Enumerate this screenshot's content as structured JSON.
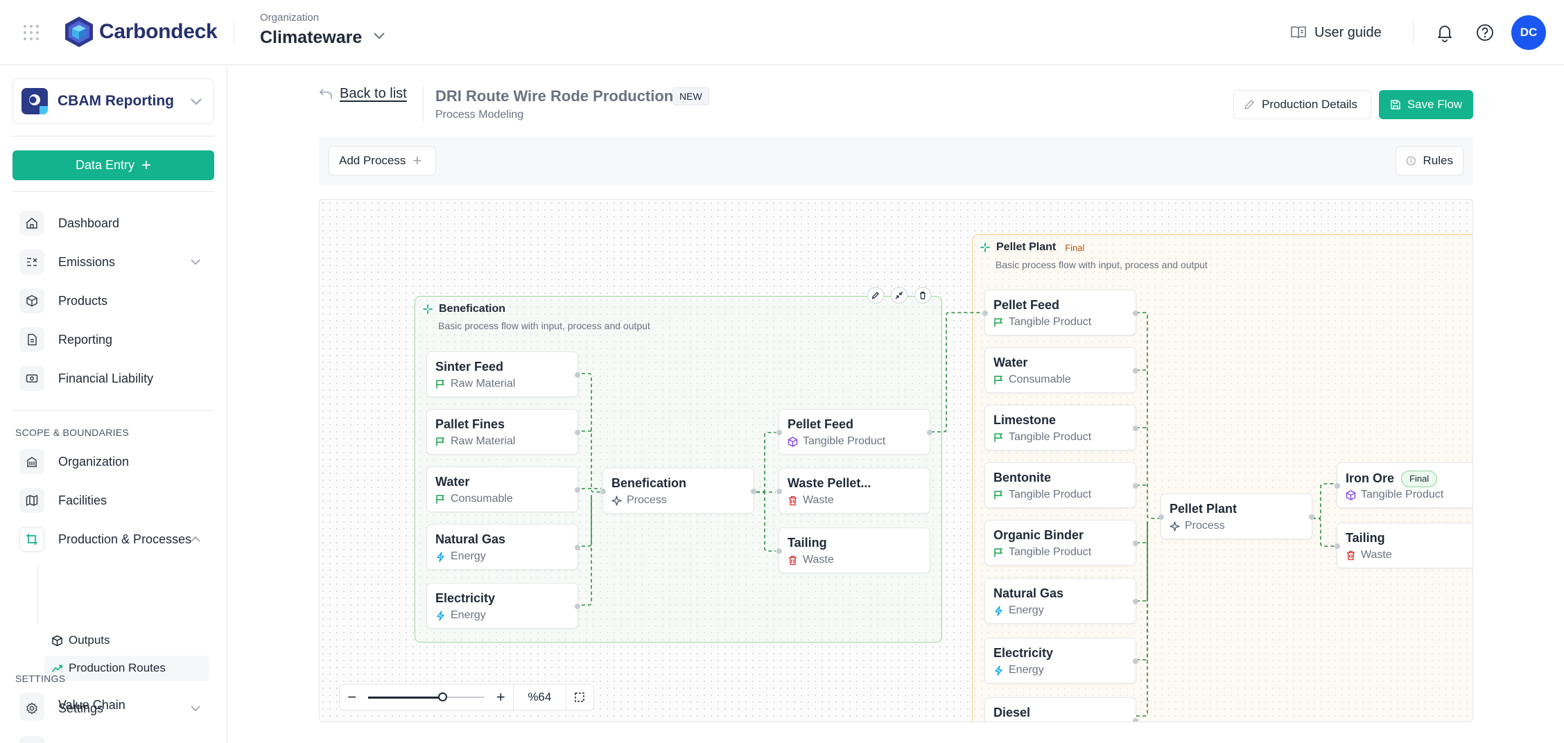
{
  "header": {
    "brand": "Carbondeck",
    "org_label": "Organization",
    "org_name": "Climateware",
    "user_guide": "User guide",
    "avatar_initials": "DC"
  },
  "sidebar": {
    "module": "CBAM Reporting",
    "data_entry": "Data Entry",
    "items": [
      {
        "label": "Dashboard",
        "icon": "home-icon"
      },
      {
        "label": "Emissions",
        "icon": "emissions-icon"
      },
      {
        "label": "Products",
        "icon": "cube-icon"
      },
      {
        "label": "Reporting",
        "icon": "report-icon"
      },
      {
        "label": "Financial Liability",
        "icon": "money-icon"
      }
    ],
    "section_scope": "SCOPE & BOUNDARIES",
    "scope_items": [
      {
        "label": "Organization",
        "icon": "building-icon"
      },
      {
        "label": "Facilities",
        "icon": "map-icon"
      },
      {
        "label": "Production & Processes",
        "icon": "crop-icon"
      }
    ],
    "sub_items": [
      {
        "label": "Outputs",
        "icon": "cube-icon"
      },
      {
        "label": "Production Routes",
        "icon": "trend-icon"
      }
    ],
    "value_chain": "Value Chain",
    "section_settings": "SETTINGS",
    "settings": "Settings"
  },
  "page": {
    "back": "Back to list",
    "title": "DRI Route Wire Rode Production",
    "badge": "NEW",
    "subtitle": "Process Modeling",
    "production_details": "Production Details",
    "save_flow": "Save Flow",
    "add_process": "Add Process",
    "rules": "Rules"
  },
  "canvas": {
    "groups": [
      {
        "title": "Benefication",
        "desc": "Basic process flow with input, process and output"
      },
      {
        "title": "Pellet Plant",
        "final": "Final",
        "desc": "Basic process flow with input, process and output"
      }
    ],
    "nodes_g1_inputs": [
      {
        "title": "Sinter Feed",
        "type": "Raw Material"
      },
      {
        "title": "Pallet Fines",
        "type": "Raw Material"
      },
      {
        "title": "Water",
        "type": "Consumable"
      },
      {
        "title": "Natural Gas",
        "type": "Energy"
      },
      {
        "title": "Electricity",
        "type": "Energy"
      }
    ],
    "node_g1_process": {
      "title": "Benefication",
      "type": "Process"
    },
    "nodes_g1_outputs": [
      {
        "title": "Pellet Feed",
        "type": "Tangible Product"
      },
      {
        "title": "Waste Pellet...",
        "type": "Waste"
      },
      {
        "title": "Tailing",
        "type": "Waste"
      }
    ],
    "nodes_g2_inputs": [
      {
        "title": "Pellet Feed",
        "type": "Tangible Product"
      },
      {
        "title": "Water",
        "type": "Consumable"
      },
      {
        "title": "Limestone",
        "type": "Tangible Product"
      },
      {
        "title": "Bentonite",
        "type": "Tangible Product"
      },
      {
        "title": "Organic Binder",
        "type": "Tangible Product"
      },
      {
        "title": "Natural Gas",
        "type": "Energy"
      },
      {
        "title": "Electricity",
        "type": "Energy"
      },
      {
        "title": "Diesel",
        "type": ""
      }
    ],
    "node_g2_process": {
      "title": "Pellet Plant",
      "type": "Process"
    },
    "nodes_g2_outputs": [
      {
        "title": "Iron Ore",
        "final": "Final",
        "type": "Tangible Product"
      },
      {
        "title": "Tailing",
        "type": "Waste"
      }
    ],
    "zoom": "%64",
    "zoom_level": 0.64
  },
  "colors": {
    "accent": "#13b38d",
    "brand": "#25316d",
    "avatar": "#1a56f0",
    "raw_material": "#16a34a",
    "energy": "#0ea5e9",
    "tangible_product": "#7c3aed",
    "waste": "#dc2626",
    "process": "#475569"
  }
}
